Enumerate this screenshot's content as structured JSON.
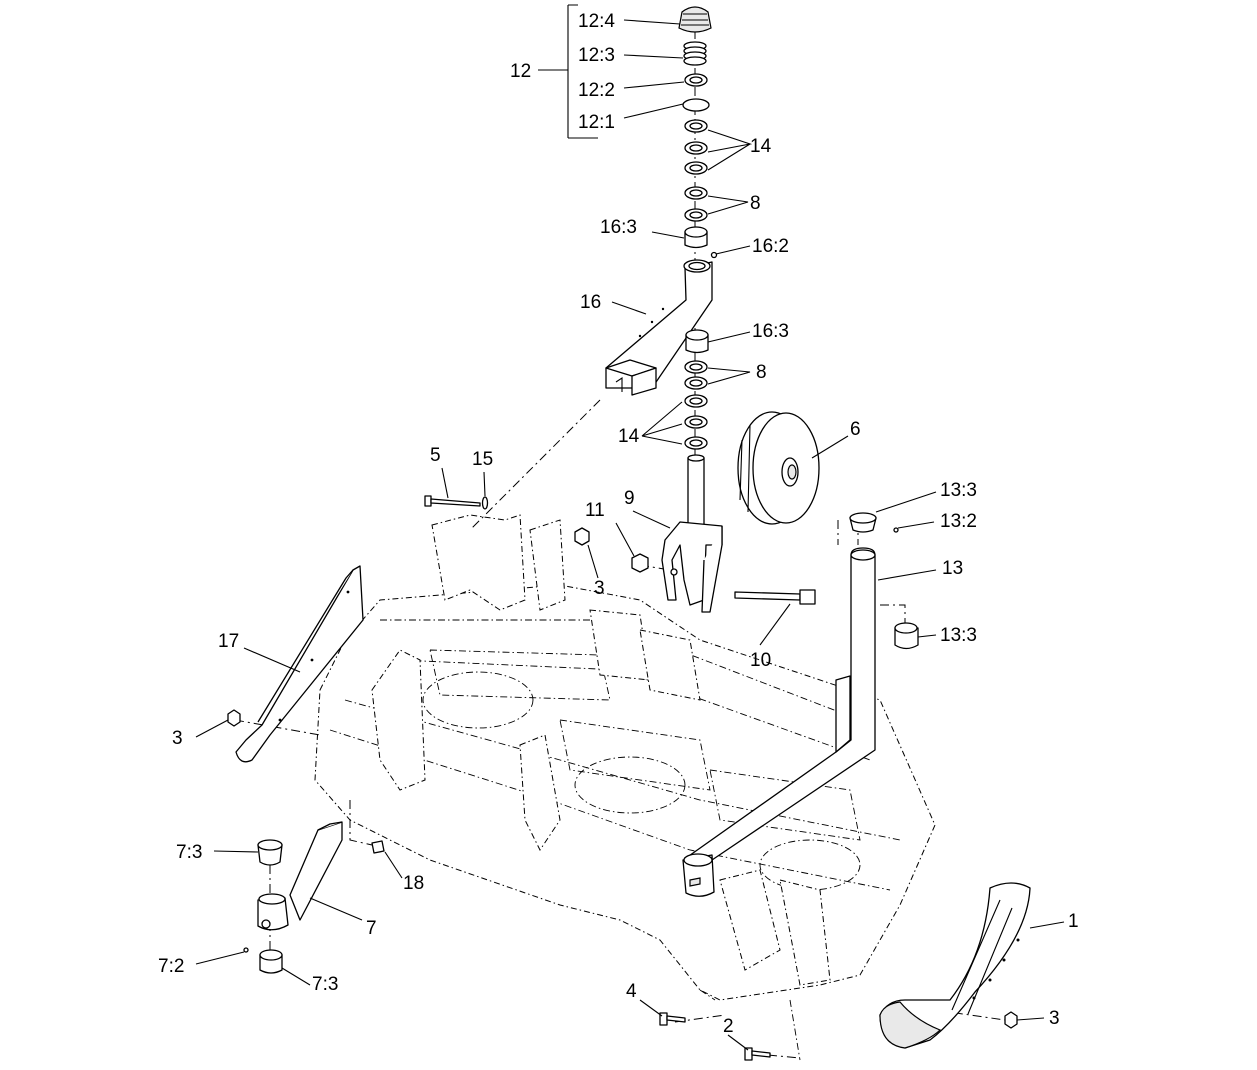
{
  "callouts": {
    "c12_4": "12:4",
    "c12_3": "12:3",
    "c12_2": "12:2",
    "c12_1": "12:1",
    "c12": "12",
    "c14_a": "14",
    "c8_a": "8",
    "c16_3_a": "16:3",
    "c16_2": "16:2",
    "c16": "16",
    "c16_3_b": "16:3",
    "c8_b": "8",
    "c14_b": "14",
    "c6": "6",
    "c5": "5",
    "c15": "15",
    "c9": "9",
    "c11": "11",
    "c3_a": "3",
    "c13_3_a": "13:3",
    "c13_2": "13:2",
    "c13": "13",
    "c13_3_b": "13:3",
    "c10": "10",
    "c17": "17",
    "c3_b": "3",
    "c7_3_a": "7:3",
    "c18": "18",
    "c7": "7",
    "c7_2": "7:2",
    "c7_3_b": "7:3",
    "c1": "1",
    "c4": "4",
    "c2": "2",
    "c3_c": "3"
  }
}
